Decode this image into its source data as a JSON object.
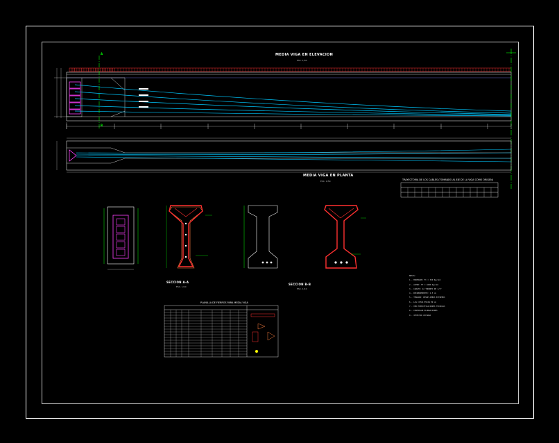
{
  "drawing": {
    "elevation_title": "MEDIA VIGA EN ELEVACION",
    "elevation_scale": "ESC. 1/50",
    "plan_title": "MEDIA VIGA EN PLANTA",
    "plan_scale": "ESC. 1/50",
    "section_aa_title": "SECCION A-A",
    "section_aa_scale": "ESC. 1/10",
    "section_bb_title": "SECCION B-B",
    "section_bb_scale": "ESC. 1/10",
    "rebar_table_title": "PLANILLA DE FIERROS PARA MEDIA VIGA",
    "cable_table_title": "TRAYECTORIA DE LOS CABLES (TOMANDO AL EJE DE LA VIGA COMO ORIGEN)",
    "cut_marker_a": "A",
    "cut_marker_b": "B"
  },
  "notes": [
    "NOTAS:",
    "1.- HORMIGON: FC = 350 Kg/cm2",
    "2.- ACERO: FY = 4200 Kg/cm2",
    "3.- CABLES: 12 TORONES DE 1/2\"",
    "4.- RECUBRIMIENTO: 2.5 cm",
    "5.- TENSADO: DESDE AMBOS EXTREMOS",
    "6.- LAS COTAS ESTAN EN cm",
    "7.- VER ESPECIFICACIONES TECNICAS",
    "8.- CONTROLAR ELONGACIONES",
    "9.- INYECTAR LECHADA"
  ],
  "colors": {
    "background": "#000000",
    "frame": "#ffffff",
    "cable": "#00c8ff",
    "outline": "#ffffff",
    "rebar": "#ff3030",
    "dimension": "#00d000",
    "anchor": "#ff40ff",
    "hatch": "#ff4040",
    "axis": "#00ff00",
    "text": "#ffffff"
  }
}
